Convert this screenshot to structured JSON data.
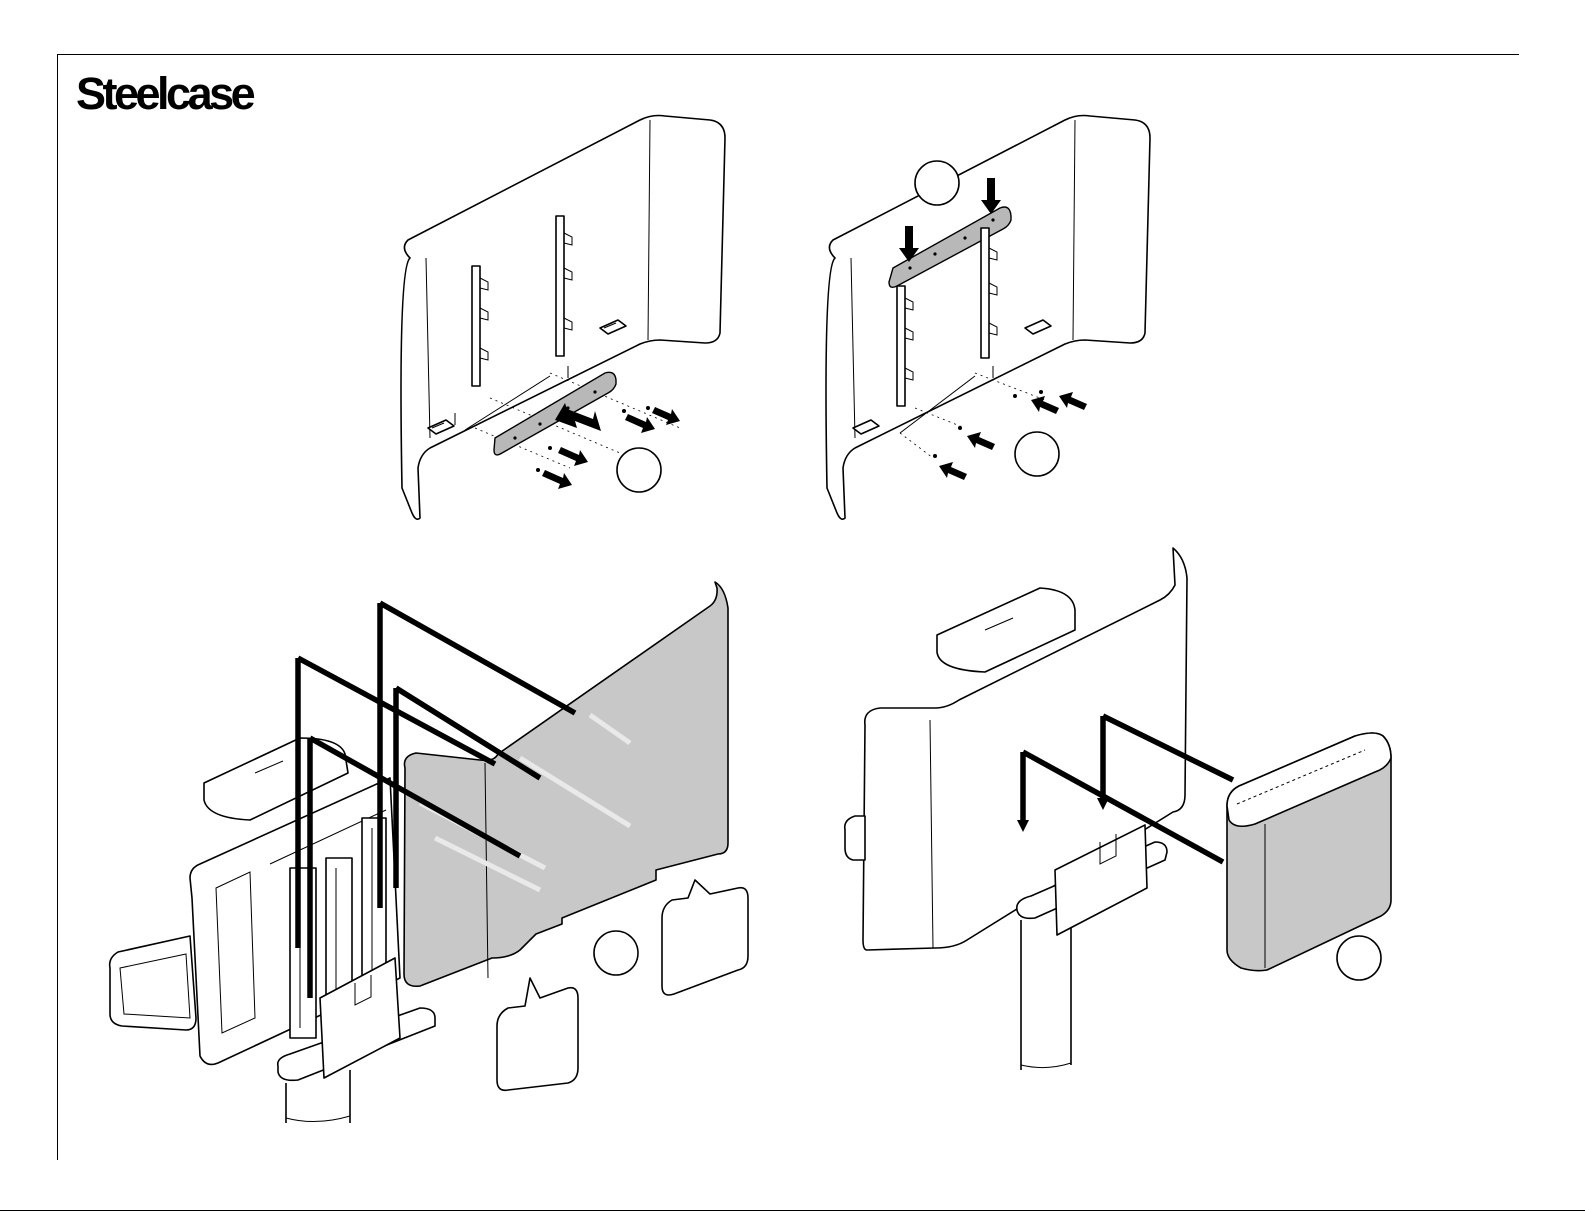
{
  "brand": {
    "logo_text": "Steelcase"
  },
  "steps": [
    {
      "id": "step-1",
      "description": "screen-back-bracket-removal",
      "callout_count": 1
    },
    {
      "id": "step-2",
      "description": "top-bracket-install",
      "callout_count": 2
    },
    {
      "id": "step-3",
      "description": "screen-panel-mount",
      "callout_count": 1,
      "bubble_count": 2
    },
    {
      "id": "step-4",
      "description": "end-cap-install",
      "callout_count": 1
    }
  ],
  "colors": {
    "line": "#000000",
    "panel_fill": "#c8c8c8",
    "background": "#ffffff"
  },
  "icons": [
    "arrow-icon",
    "callout-circle-icon",
    "speech-bubble-icon"
  ]
}
